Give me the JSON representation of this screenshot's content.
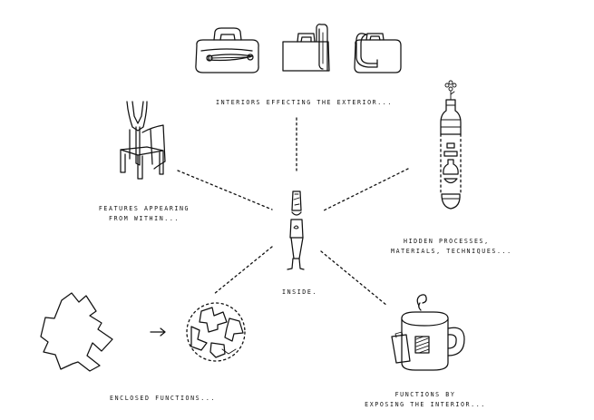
{
  "labels": {
    "top": "interiors effecting the exterior...",
    "left_line1": "features appearing",
    "left_line2": "from within...",
    "right_line1": "hidden processes,",
    "right_line2": "materials, techniques...",
    "center": "inside.",
    "bottom_left": "enclosed functions...",
    "bottom_right_line1": "functions by",
    "bottom_right_line2": "exposing the interior..."
  }
}
